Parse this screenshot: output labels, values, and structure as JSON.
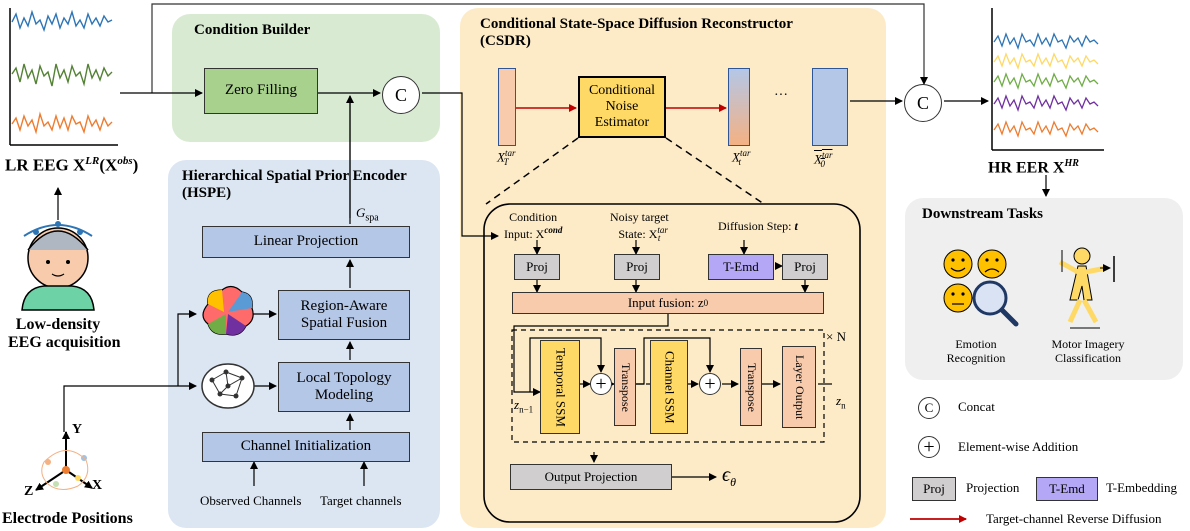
{
  "left": {
    "lr_eeg_label": "LR EEG X",
    "lr_sup": "LR",
    "lr_obs": "(X",
    "lr_obs_sup": "obs",
    "lr_close": ")",
    "acq_line1": "Low-density",
    "acq_line2": "EEG acquisition",
    "electrode_label": "Electrode Positions",
    "axis_y": "Y",
    "axis_z": "Z",
    "axis_x": "X"
  },
  "condition_builder": {
    "title": "Condition Builder",
    "zero_filling": "Zero Filling",
    "concat_symbol": "C"
  },
  "hspe": {
    "title_line1": "Hierarchical Spatial Prior Encoder",
    "title_line2": "(HSPE)",
    "g_spa": "G",
    "g_spa_sub": "spa",
    "linear_projection": "Linear Projection",
    "region_line1": "Region-Aware",
    "region_line2": "Spatial Fusion",
    "local_line1": "Local Topology",
    "local_line2": "Modeling",
    "channel_init": "Channel Initialization",
    "observed": "Observed Channels",
    "target": "Target channels"
  },
  "csdr": {
    "title_line1": "Conditional State-Space Diffusion Reconstructor",
    "title_line2": "(CSDR)",
    "cne_line1": "Conditional",
    "cne_line2": "Noise",
    "cne_line3": "Estimator",
    "xT": "X",
    "xT_sup": "tar",
    "xT_sub": "T",
    "xt": "X",
    "xt_sup": "tar",
    "xt_sub": "t",
    "x0": "X",
    "x0_sup": "tar",
    "x0_sub": "0",
    "dots": "···",
    "cond_input_line1": "Condition",
    "cond_input_line2": "Input: X",
    "cond_sup": "cond",
    "noisy_line1": "Noisy target",
    "noisy_line2": "State: X",
    "noisy_sup": "tar",
    "noisy_sub": "t",
    "diff_step": "Diffusion Step: ",
    "diff_t": "t",
    "proj": "Proj",
    "temd": "T-Emd",
    "input_fusion": "Input fusion: z",
    "input_fusion_sub": "0",
    "temporal_ssm": "Temporal SSM",
    "transpose": "Transpose",
    "channel_ssm": "Channel SSM",
    "layer_output": "Layer Output",
    "times_n": "× N",
    "z_n1": "z",
    "z_n1_sub": "n−1",
    "z_n": "z",
    "z_n_sub": "n",
    "output_projection": "Output Projection",
    "epsilon": "ϵ",
    "epsilon_sub": "θ"
  },
  "right": {
    "hr_label": "HR EER X",
    "hr_sup": "HR",
    "downstream_title": "Downstream Tasks",
    "emotion_line1": "Emotion",
    "emotion_line2": "Recognition",
    "motor_line1": "Motor Imagery",
    "motor_line2": "Classification"
  },
  "legend": {
    "concat_symbol": "C",
    "concat": "Concat",
    "elementwise": "Element-wise Addition",
    "proj": "Proj",
    "projection": "Projection",
    "temd": "T-Emd",
    "tembedding": "T-Embedding",
    "reverse": "Target-channel Reverse Diffusion"
  },
  "colors": {
    "condition_bg": "#d9ead3",
    "hspe_bg": "#dce6f2",
    "csdr_bg": "#fdebc8",
    "downstream_bg": "#efefef",
    "hspe_box": "#b4c7e7",
    "zero_fill": "#a9d18e",
    "cne": "#ffd966",
    "ssm": "#ffd966",
    "transpose": "#f8cbad",
    "proj": "#d0cece",
    "temd": "#b4a7f5",
    "reverse_arrow": "#c00000"
  }
}
